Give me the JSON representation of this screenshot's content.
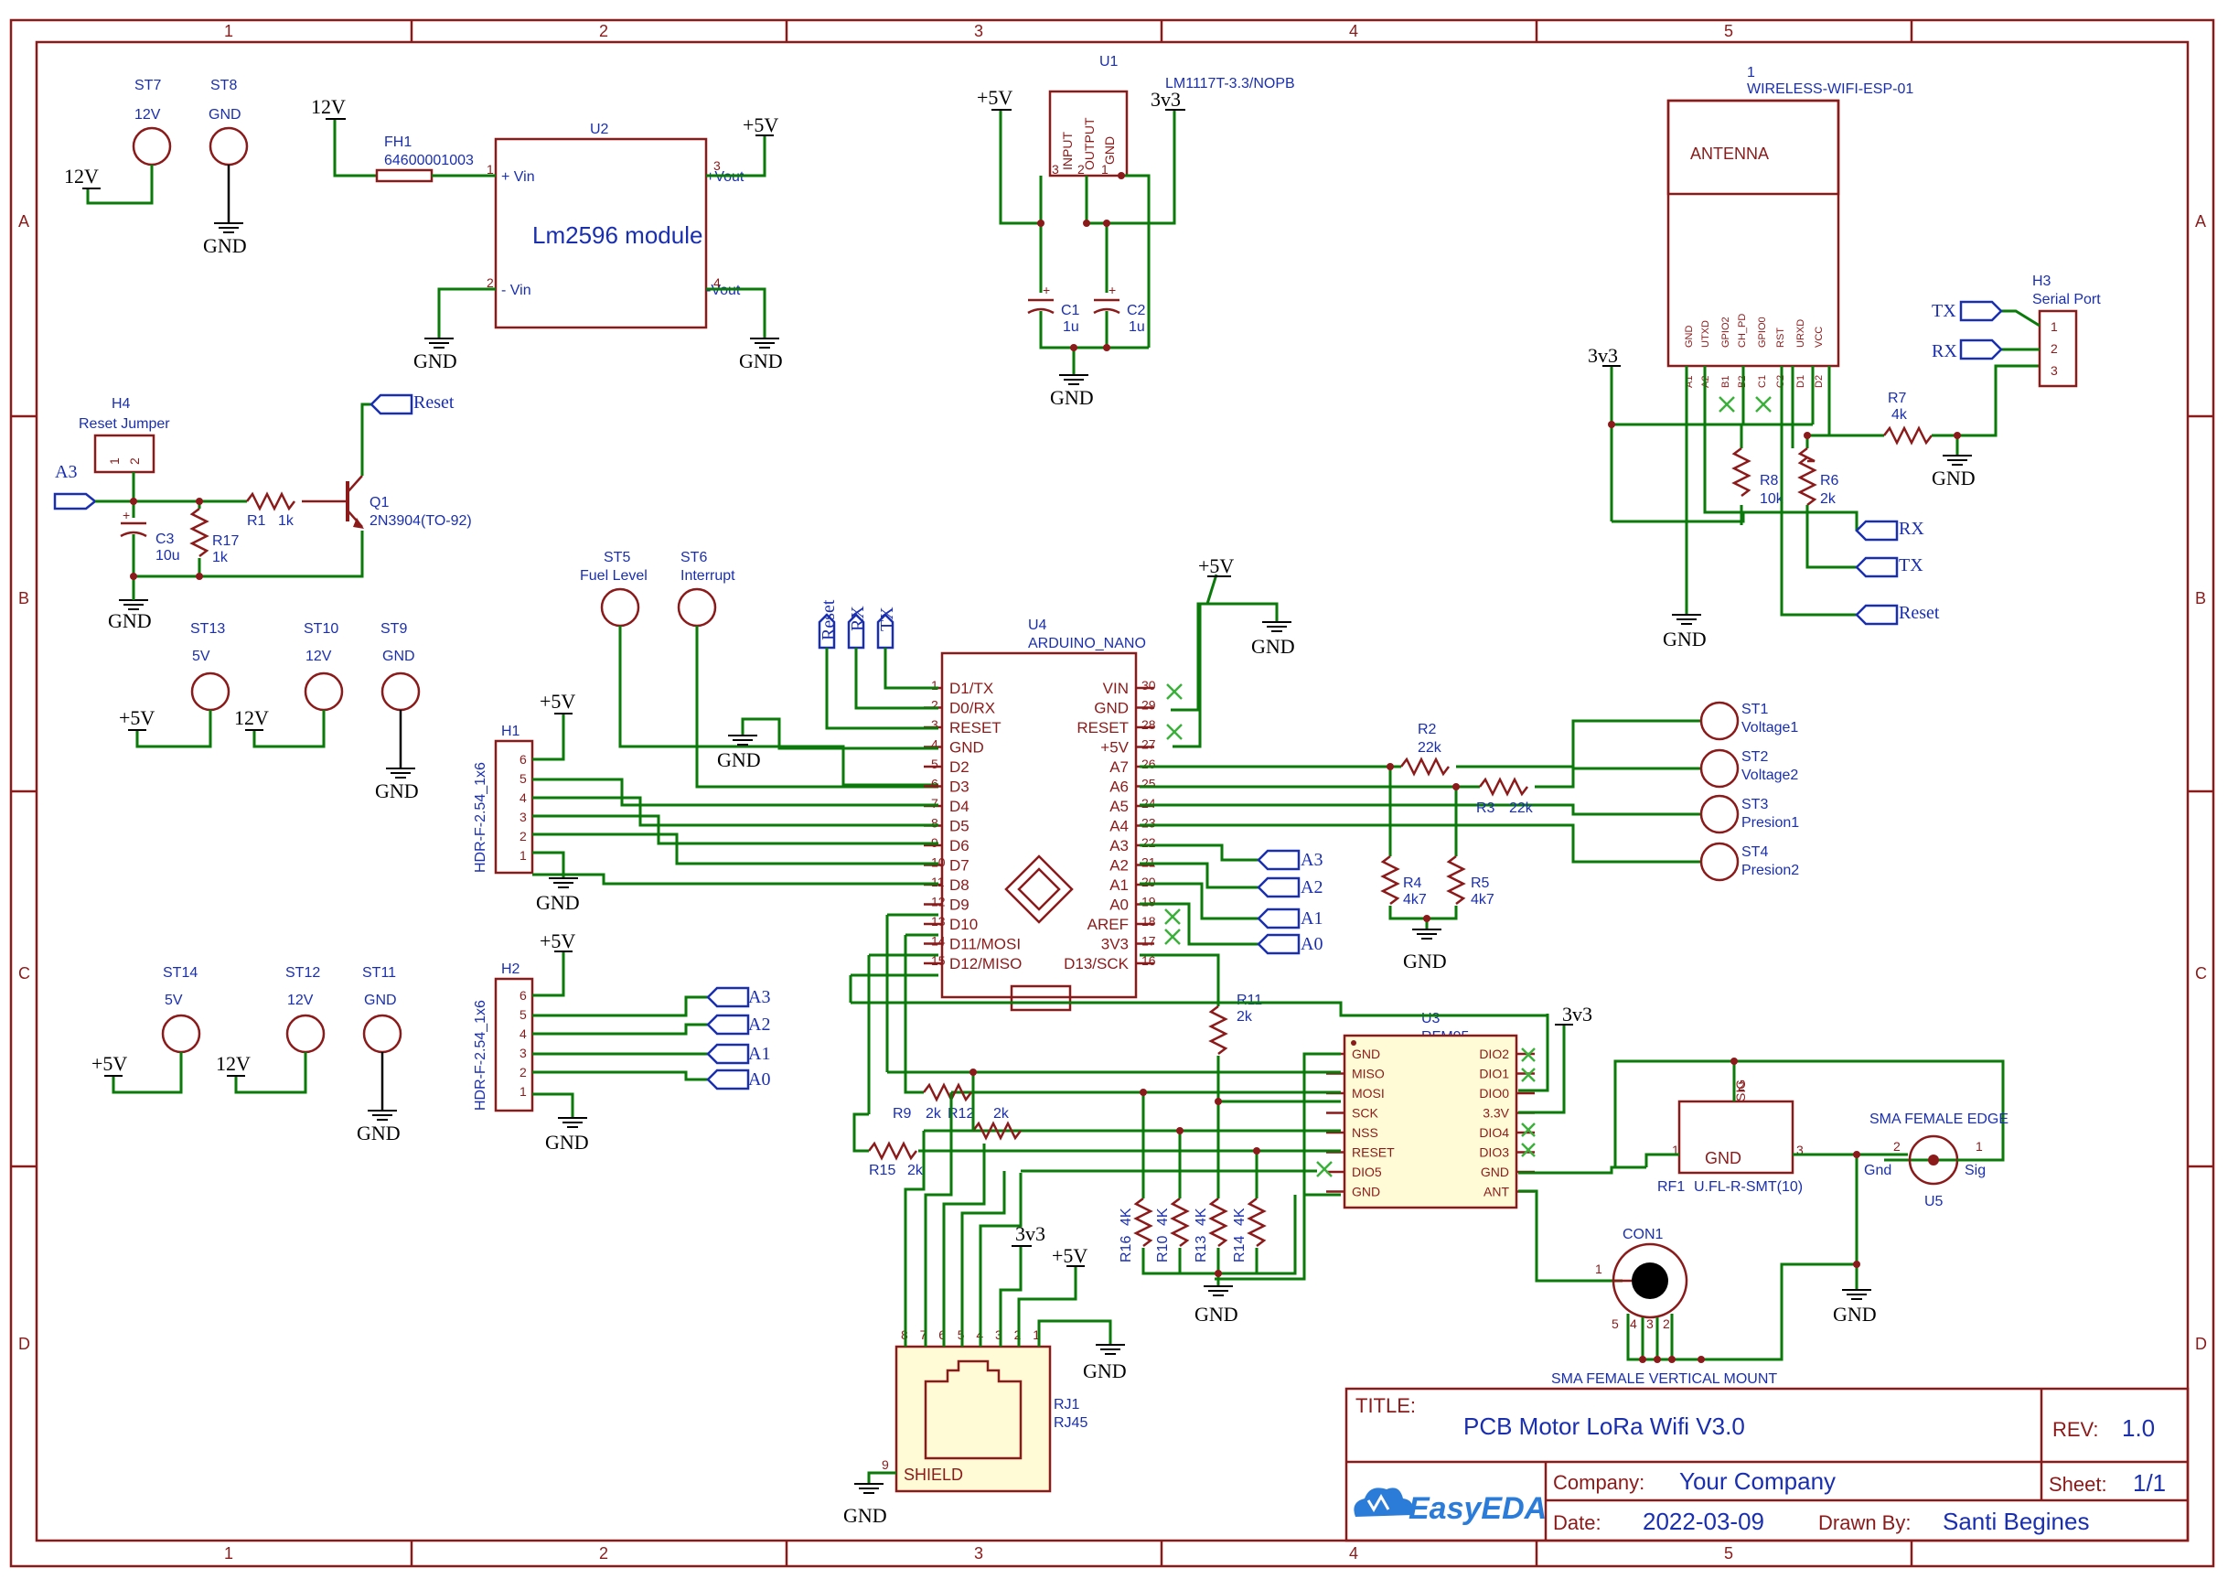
{
  "sheet": {
    "cols": [
      "1",
      "2",
      "3",
      "4",
      "5"
    ],
    "rows": [
      "A",
      "B",
      "C",
      "D"
    ]
  },
  "power": {
    "v12": "12V",
    "v5": "+5V",
    "v33": "3v3",
    "gnd": "GND"
  },
  "testpoints": {
    "st7": {
      "ref": "ST7",
      "val": "12V"
    },
    "st8": {
      "ref": "ST8",
      "val": "GND"
    },
    "st13": {
      "ref": "ST13",
      "val": "5V"
    },
    "st10": {
      "ref": "ST10",
      "val": "12V"
    },
    "st9": {
      "ref": "ST9",
      "val": "GND"
    },
    "st14": {
      "ref": "ST14",
      "val": "5V"
    },
    "st12": {
      "ref": "ST12",
      "val": "12V"
    },
    "st11": {
      "ref": "ST11",
      "val": "GND"
    },
    "st5": {
      "ref": "ST5",
      "val": "Fuel Level"
    },
    "st6": {
      "ref": "ST6",
      "val": "Interrupt"
    },
    "st1": {
      "ref": "ST1",
      "val": "Voltage1"
    },
    "st2": {
      "ref": "ST2",
      "val": "Voltage2"
    },
    "st3": {
      "ref": "ST3",
      "val": "Presion1"
    },
    "st4": {
      "ref": "ST4",
      "val": "Presion2"
    }
  },
  "u2": {
    "ref": "U2",
    "name": "Lm2596 module",
    "p1": "+ Vin",
    "p2": "- Vin",
    "p3": "+Vout",
    "p4": "-Vout",
    "n1": "1",
    "n2": "2",
    "n3": "3",
    "n4": "4"
  },
  "fh1": {
    "ref": "FH1",
    "val": "64600001003"
  },
  "u1": {
    "ref": "U1",
    "val": "LM1117T-3.3/NOPB",
    "input": "INPUT",
    "output": "OUTPUT",
    "gnd": "GND",
    "n3": "3",
    "n2": "2",
    "n1": "1"
  },
  "c1": {
    "ref": "C1",
    "val": "1u"
  },
  "c2": {
    "ref": "C2",
    "val": "1u"
  },
  "c3": {
    "ref": "C3",
    "val": "10u"
  },
  "esp": {
    "num": "1",
    "name": "WIRELESS-WIFI-ESP-01",
    "antenna": "ANTENNA",
    "pins": [
      "GND",
      "UTXD",
      "GPIO2",
      "CH_PD",
      "GPIO0",
      "RST",
      "URXD",
      "VCC"
    ],
    "pads": [
      "A1",
      "A2",
      "B1",
      "B2",
      "C1",
      "C2",
      "D1",
      "D2"
    ]
  },
  "h3": {
    "ref": "H3",
    "val": "Serial Port",
    "n1": "1",
    "n2": "2",
    "n3": "3"
  },
  "r7": {
    "ref": "R7",
    "val": "4k"
  },
  "r8": {
    "ref": "R8",
    "val": "10k"
  },
  "r6": {
    "ref": "R6",
    "val": "2k"
  },
  "h4": {
    "ref": "H4",
    "val": "Reset Jumper",
    "n1": "1",
    "n2": "2"
  },
  "r1": {
    "ref": "R1",
    "val": "1k"
  },
  "r17": {
    "ref": "R17",
    "val": "1k"
  },
  "q1": {
    "ref": "Q1",
    "val": "2N3904(TO-92)"
  },
  "nets": {
    "reset": "Reset",
    "rx": "RX",
    "tx": "TX",
    "a0": "A0",
    "a1": "A1",
    "a2": "A2",
    "a3": "A3"
  },
  "u4": {
    "ref": "U4",
    "name": "ARDUINO_NANO",
    "left": [
      "D1/TX",
      "D0/RX",
      "RESET",
      "GND",
      "D2",
      "D3",
      "D4",
      "D5",
      "D6",
      "D7",
      "D8",
      "D9",
      "D10",
      "D11/MOSI",
      "D12/MISO"
    ],
    "lnum": [
      "1",
      "2",
      "3",
      "4",
      "5",
      "6",
      "7",
      "8",
      "9",
      "10",
      "11",
      "12",
      "13",
      "14",
      "15"
    ],
    "right": [
      "VIN",
      "GND",
      "RESET",
      "+5V",
      "A7",
      "A6",
      "A5",
      "A4",
      "A3",
      "A2",
      "A1",
      "A0",
      "AREF",
      "3V3",
      "D13/SCK"
    ],
    "rnum": [
      "30",
      "29",
      "28",
      "27",
      "26",
      "25",
      "24",
      "23",
      "22",
      "21",
      "20",
      "19",
      "18",
      "17",
      "16"
    ]
  },
  "h1": {
    "ref": "H1",
    "val": "HDR-F-2.54_1x6",
    "pins": [
      "6",
      "5",
      "4",
      "3",
      "2",
      "1"
    ]
  },
  "h2": {
    "ref": "H2",
    "val": "HDR-F-2.54_1x6",
    "pins": [
      "6",
      "5",
      "4",
      "3",
      "2",
      "1"
    ]
  },
  "r2": {
    "ref": "R2",
    "val": "22k"
  },
  "r3": {
    "ref": "R3",
    "val": "22k"
  },
  "r4": {
    "ref": "R4",
    "val": "4k7"
  },
  "r5": {
    "ref": "R5",
    "val": "4k7"
  },
  "r11": {
    "ref": "R11",
    "val": "2k"
  },
  "r9": {
    "ref": "R9",
    "val": "2k"
  },
  "r12": {
    "ref": "R12",
    "val": "2k"
  },
  "r15": {
    "ref": "R15",
    "val": "2k"
  },
  "r16": {
    "ref": "R16",
    "val": "4K"
  },
  "r10": {
    "ref": "R10",
    "val": "4K"
  },
  "r13": {
    "ref": "R13",
    "val": "4K"
  },
  "r14": {
    "ref": "R14",
    "val": "4K"
  },
  "u3": {
    "ref": "U3",
    "name": "RFM95",
    "left": [
      "GND",
      "MISO",
      "MOSI",
      "SCK",
      "NSS",
      "RESET",
      "DIO5",
      "GND"
    ],
    "right": [
      "DIO2",
      "DIO1",
      "DIO0",
      "3.3V",
      "DIO4",
      "DIO3",
      "GND",
      "ANT"
    ]
  },
  "rf1": {
    "ref": "RF1",
    "val": "U.FL-R-SMT(10)",
    "gnd": "GND",
    "sig": "SIG",
    "n1": "1",
    "n2": "2",
    "n3": "3"
  },
  "u5": {
    "ref": "U5",
    "val": "SMA FEMALE EDGE",
    "gnd": "Gnd",
    "sig": "Sig",
    "n1": "1",
    "n2": "2"
  },
  "con1": {
    "ref": "CON1",
    "val": "SMA FEMALE VERTICAL MOUNT",
    "n1": "1",
    "n2": "2",
    "n3": "3",
    "n4": "4",
    "n5": "5"
  },
  "rj1": {
    "ref": "RJ1",
    "val": "RJ45",
    "shield": "SHIELD",
    "pins": [
      "8",
      "7",
      "6",
      "5",
      "4",
      "3",
      "2",
      "1"
    ],
    "n9": "9"
  },
  "titleblock": {
    "title_label": "TITLE:",
    "title": "PCB Motor LoRa Wifi V3.0",
    "rev_label": "REV:",
    "rev": "1.0",
    "company_label": "Company:",
    "company": "Your Company",
    "sheet_label": "Sheet:",
    "sheet": "1/1",
    "date_label": "Date:",
    "date": "2022-03-09",
    "drawn_label": "Drawn By:",
    "drawn": "Santi Begines",
    "logo": "EasyEDA"
  }
}
